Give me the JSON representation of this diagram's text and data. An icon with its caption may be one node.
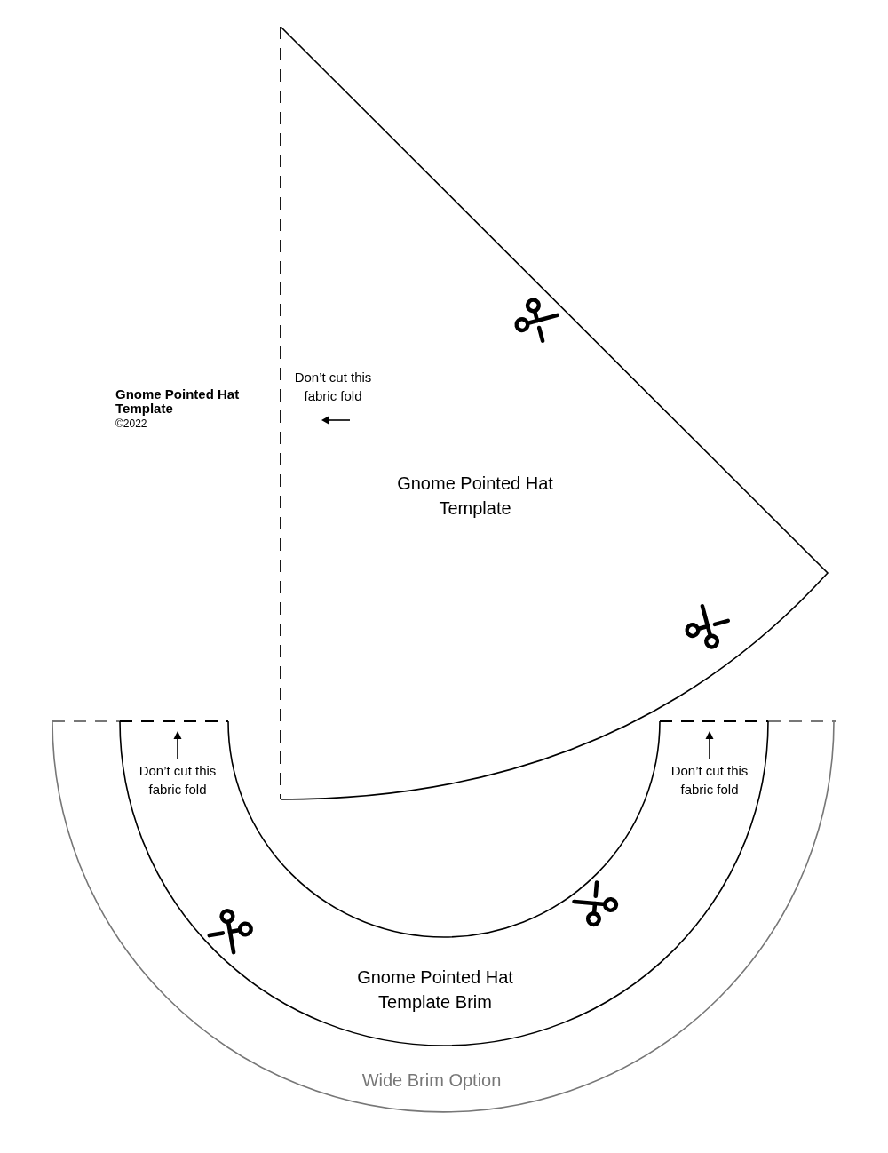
{
  "diagram": {
    "title": "Gnome Pointed Hat Template",
    "nodes": [
      {
        "text": [
          "Gnome Pointed Hat Template"
        ]
      },
      {
        "text": [
          "Wide Brim Option"
        ]
      },
      {
        "text": [
          "Gnome Pointed Hat Template Brim"
        ],
        "in": 1
      }
    ],
    "labels": [
      "©2022",
      "Don’t cut this fabric fold",
      "Don’t cut this fabric fold",
      "Don’t cut this fabric fold"
    ]
  }
}
